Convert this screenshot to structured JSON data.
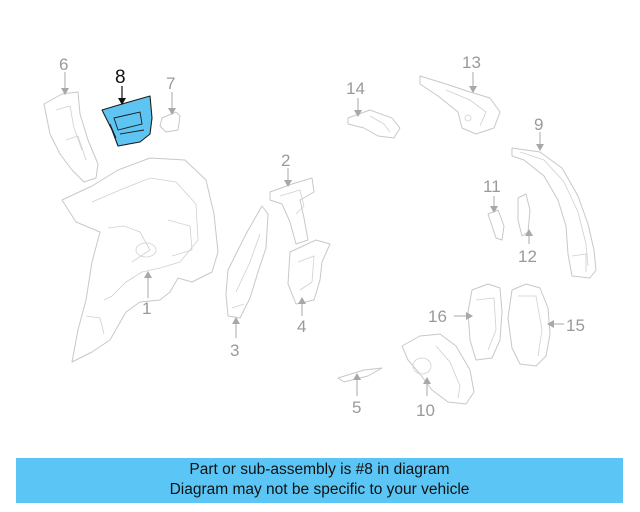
{
  "callouts": {
    "c1": "1",
    "c2": "2",
    "c3": "3",
    "c4": "4",
    "c5": "5",
    "c6": "6",
    "c7": "7",
    "c8": "8",
    "c9": "9",
    "c10": "10",
    "c11": "11",
    "c12": "12",
    "c13": "13",
    "c14": "14",
    "c15": "15",
    "c16": "16"
  },
  "highlight_part": "8",
  "highlight_color": "#5ec4f2",
  "banner": {
    "line1": "Part or sub-assembly is #8 in diagram",
    "line2": "Diagram may not be specific to your vehicle",
    "background": "#5bc6f5"
  }
}
